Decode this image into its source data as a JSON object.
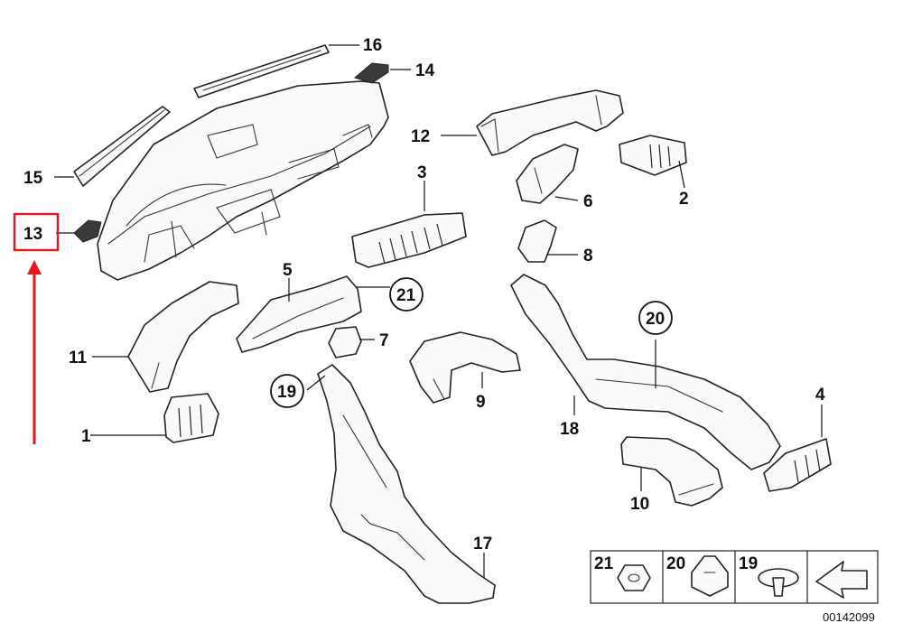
{
  "diagram_id": "00142099",
  "callouts": {
    "c1": "1",
    "c2": "2",
    "c3": "3",
    "c4": "4",
    "c5": "5",
    "c6": "6",
    "c7": "7",
    "c8": "8",
    "c9": "9",
    "c10": "10",
    "c11": "11",
    "c12": "12",
    "c13": "13",
    "c14": "14",
    "c15": "15",
    "c16": "16",
    "c17": "17",
    "c18": "18",
    "c19": "19",
    "c20": "20",
    "c21": "21"
  },
  "legend": {
    "l21": "21",
    "l20": "20",
    "l19": "19"
  },
  "colors": {
    "highlight": "#e8161b",
    "line": "#222222"
  }
}
